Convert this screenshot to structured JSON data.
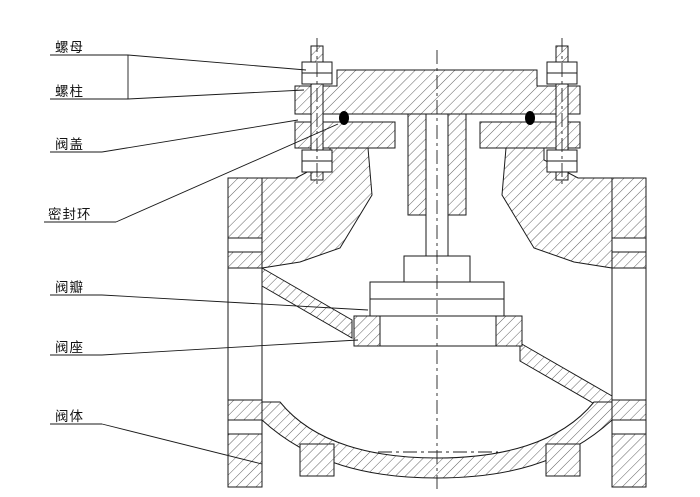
{
  "diagram": {
    "labels": [
      {
        "id": "nut",
        "text": "螺母"
      },
      {
        "id": "stud",
        "text": "螺柱"
      },
      {
        "id": "bonnet",
        "text": "阀盖"
      },
      {
        "id": "seal_ring",
        "text": "密封环"
      },
      {
        "id": "disc",
        "text": "阀瓣"
      },
      {
        "id": "seat",
        "text": "阀座"
      },
      {
        "id": "body",
        "text": "阀体"
      }
    ],
    "colors": {
      "background": "#ffffff",
      "line": "#1a1a1a",
      "hatch": "#3a3a3a",
      "seal": "#000000"
    }
  }
}
